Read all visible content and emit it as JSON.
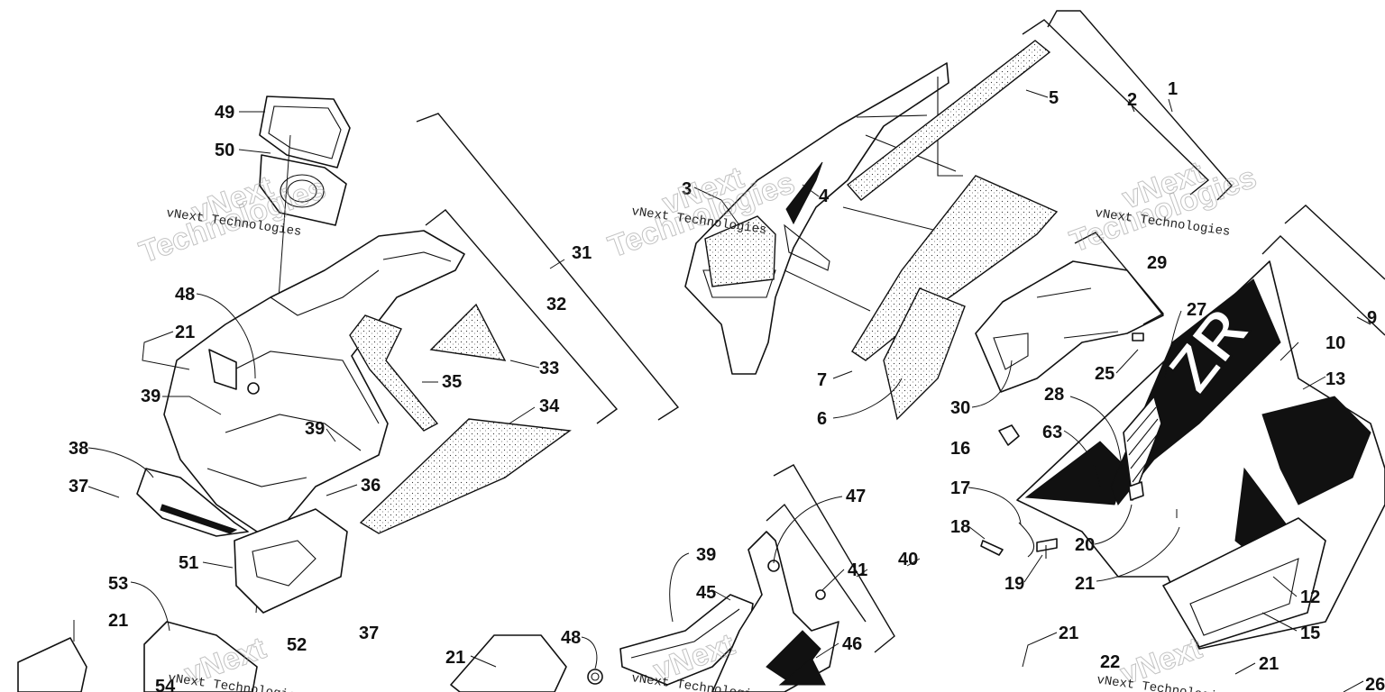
{
  "watermark": {
    "brand": "vNext",
    "line": "vNext Technologies",
    "word": "Technologies"
  },
  "callouts": {
    "c1": "1",
    "c2": "2",
    "c3": "3",
    "c4": "4",
    "c5": "5",
    "c6": "6",
    "c7": "7",
    "c9": "9",
    "c10": "10",
    "c12": "12",
    "c13": "13",
    "c15": "15",
    "c16": "16",
    "c17": "17",
    "c18": "18",
    "c19": "19",
    "c20": "20",
    "c21a": "21",
    "c21b": "21",
    "c21c": "21",
    "c21d": "21",
    "c21e": "21",
    "c21f": "21",
    "c22": "22",
    "c25": "25",
    "c26": "26",
    "c27": "27",
    "c28": "28",
    "c29": "29",
    "c30": "30",
    "c31": "31",
    "c32": "32",
    "c33": "33",
    "c34": "34",
    "c35": "35",
    "c36": "36",
    "c37a": "37",
    "c37b": "37",
    "c38": "38",
    "c39a": "39",
    "c39b": "39",
    "c39c": "39",
    "c40": "40",
    "c41": "41",
    "c45": "45",
    "c46": "46",
    "c47": "47",
    "c48a": "48",
    "c48b": "48",
    "c49": "49",
    "c50": "50",
    "c51": "51",
    "c52": "52",
    "c53": "53",
    "c54": "54",
    "c63": "63"
  },
  "decal_text": "ZR",
  "colors": {
    "line": "#111111",
    "background": "#ffffff",
    "watermark": "#9a9a9a"
  }
}
